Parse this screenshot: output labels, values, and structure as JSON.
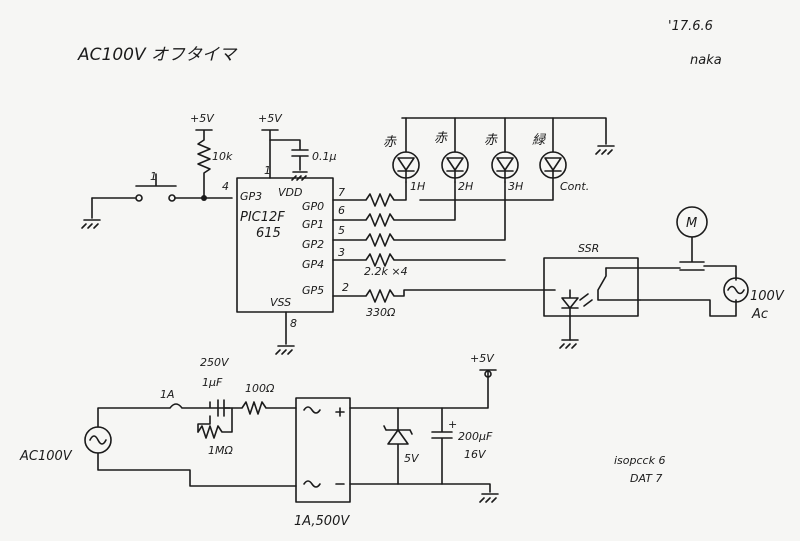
{
  "header": {
    "title": "AC100V オフタイマ",
    "date": "'17.6.6",
    "author": "naka"
  },
  "power": {
    "vcc_left": "+5V",
    "vcc_mid": "+5V",
    "vcc_supply": "+5V"
  },
  "input": {
    "switch_label": "1",
    "pullup": "10k",
    "pin_num": "4"
  },
  "mcu": {
    "name_line1": "PIC12F",
    "name_line2": "615",
    "vdd": "VDD",
    "vss": "VSS",
    "pin_gp3": "GP3",
    "pin_gp0": "GP0",
    "pin_gp1": "GP1",
    "pin_gp2": "GP2",
    "pin_gp4": "GP4",
    "pin_gp5": "GP5",
    "n_vdd": "1",
    "n_gp0": "7",
    "n_gp1": "6",
    "n_gp2": "5",
    "n_gp4": "3",
    "n_gp5": "2",
    "n_vss": "8",
    "cap": "0.1μ"
  },
  "leds": {
    "c1": "赤",
    "c2": "赤",
    "c3": "赤",
    "c4": "緑",
    "l1": "1H",
    "l2": "2H",
    "l3": "3H",
    "l4": "Cont.",
    "r_note": "2.2k ×4",
    "r_ssr": "330Ω"
  },
  "load": {
    "ssr": "SSR",
    "motor": "M",
    "ac_v": "100V",
    "ac_t": "Ac"
  },
  "supply": {
    "ac_in": "AC100V",
    "fuse": "1A",
    "cap_v": "250V",
    "cap_c": "1μF",
    "r_series": "100Ω",
    "r_bleed": "1MΩ",
    "bridge": "1A,500V",
    "zener": "5V",
    "ecap_c": "200μF",
    "ecap_v": "16V",
    "plus": "+"
  },
  "notes": {
    "line1": "isopcck  6",
    "line2": "DAT    7"
  }
}
